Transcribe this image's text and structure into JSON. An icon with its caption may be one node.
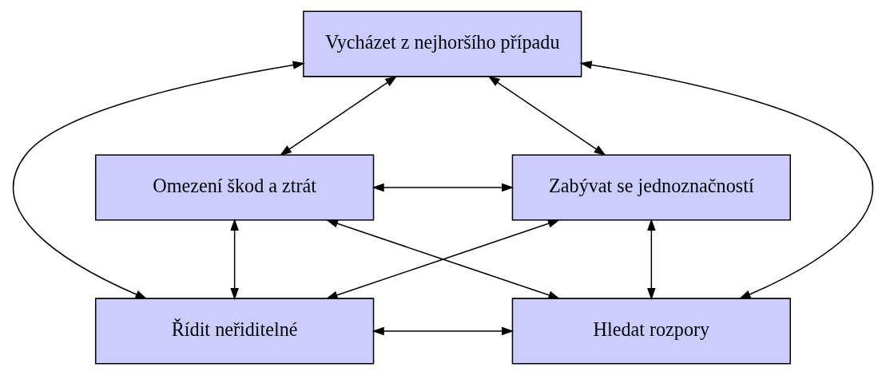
{
  "diagram": {
    "nodes": [
      {
        "text": [
          "Vycházet z nejhoršího případu"
        ]
      },
      {
        "text": [
          "Omezení škod a ztrát"
        ]
      },
      {
        "text": [
          "Zabývat se jednoznačností"
        ]
      },
      {
        "text": [
          "Řídit neřiditelné"
        ]
      },
      {
        "text": [
          "Hledat rozpory"
        ]
      }
    ],
    "edges": [
      {
        "from": 0,
        "to": 1,
        "arrow": "both"
      },
      {
        "from": 0,
        "to": 2,
        "arrow": "both"
      },
      {
        "from": 0,
        "to": 3,
        "arrow": "both"
      },
      {
        "from": 0,
        "to": 4,
        "arrow": "both"
      },
      {
        "from": 1,
        "to": 2,
        "arrow": "both"
      },
      {
        "from": 1,
        "to": 3,
        "arrow": "both"
      },
      {
        "from": 1,
        "to": 4,
        "arrow": "both"
      },
      {
        "from": 2,
        "to": 3,
        "arrow": "both"
      },
      {
        "from": 2,
        "to": 4,
        "arrow": "both"
      },
      {
        "from": 3,
        "to": 4,
        "arrow": "both"
      }
    ]
  }
}
